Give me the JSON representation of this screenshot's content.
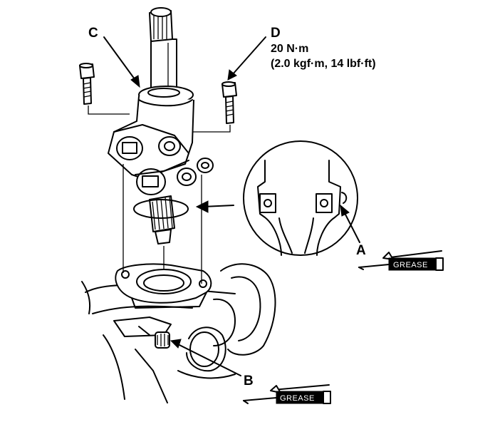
{
  "labels": {
    "a": "A",
    "b": "B",
    "c": "C",
    "d": "D"
  },
  "torque": {
    "line1": "20 N·m",
    "line2": "(2.0 kgf·m, 14 lbf·ft)"
  },
  "grease_tubes": [
    {
      "text": "GREASE"
    },
    {
      "text": "GREASE"
    }
  ]
}
